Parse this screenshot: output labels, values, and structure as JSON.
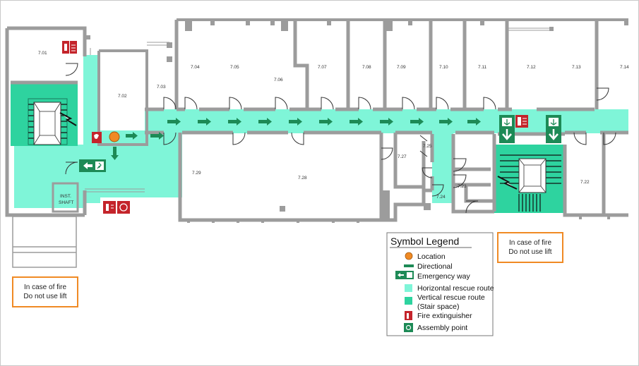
{
  "rooms": {
    "r701": "7.01",
    "r702": "7.02",
    "r703": "7.03",
    "r704": "7.04",
    "r705": "7.05",
    "r706": "7.06",
    "r707": "7.07",
    "r708": "7.08",
    "r709": "7.09",
    "r710": "7.10",
    "r711": "7.11",
    "r712": "7.12",
    "r713": "7.13",
    "r714": "7.14",
    "r722": "7.22",
    "r723": "7.23",
    "r724": "7.24",
    "r725": "7.25",
    "r727": "7.27",
    "r728": "7.28",
    "r729": "7.29"
  },
  "shaft": {
    "line1": "INST.",
    "line2": "SHAFT"
  },
  "notes": {
    "left": {
      "line1": "In case of fire",
      "line2": "Do not use lift"
    },
    "right": {
      "line1": "In case of fire",
      "line2": "Do not use lift"
    }
  },
  "legend": {
    "title": "Symbol Legend",
    "items": {
      "location": "Location",
      "directional": "Directional",
      "emergency": "Emergency way",
      "horizontal": "Horizontal rescue route",
      "vertical1": "Vertical rescue route",
      "vertical2": "(Stair space)",
      "extinguisher": "Fire extinguisher",
      "assembly": "Assembly point"
    }
  },
  "colors": {
    "horizontal_route": "#7ff5d8",
    "vertical_route": "#2ed39f",
    "wall": "#9c9c9c",
    "location": "#f08a24",
    "exit_sign": "#1d8a56",
    "fire_sign": "#c4242b",
    "note_border": "#f08a24"
  },
  "icons": {
    "exit": "running-man-exit-icon",
    "extinguisher": "fire-extinguisher-icon",
    "hose": "fire-hose-icon",
    "phone": "fire-phone-icon",
    "lift": "lift-icon",
    "assembly": "assembly-point-icon"
  }
}
